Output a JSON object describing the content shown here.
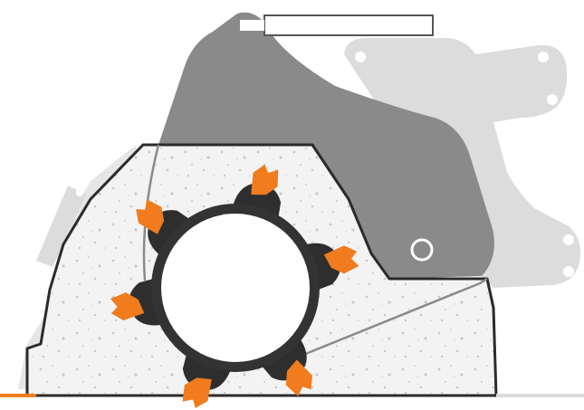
{
  "diagram": {
    "subject": "crusher-rotor-cross-section",
    "colors": {
      "background": "#ffffff",
      "frame_light": "#dcdcdc",
      "housing_dark": "#8a8a8a",
      "outline": "#2b2b2b",
      "concrete_fill": "#f3f3f3",
      "speckle": "#c9c9c9",
      "rotor_ring": "#333333",
      "hammer_body": "#2e2e2e",
      "blade_tip": "#f07c1e",
      "ground_line": "#f07c1e"
    },
    "hammers": [
      {
        "name": "hammer-top",
        "angle_deg": -75
      },
      {
        "name": "hammer-upper-right",
        "angle_deg": -15
      },
      {
        "name": "hammer-lower-right",
        "angle_deg": 55
      },
      {
        "name": "hammer-bottom",
        "angle_deg": 110
      },
      {
        "name": "hammer-left",
        "angle_deg": 170
      },
      {
        "name": "hammer-upper-left",
        "angle_deg": 220
      }
    ],
    "hammer_count": 6,
    "icons": [
      "pivot-hole-icon",
      "mount-hole-icon",
      "hydraulic-cylinder-icon"
    ]
  }
}
